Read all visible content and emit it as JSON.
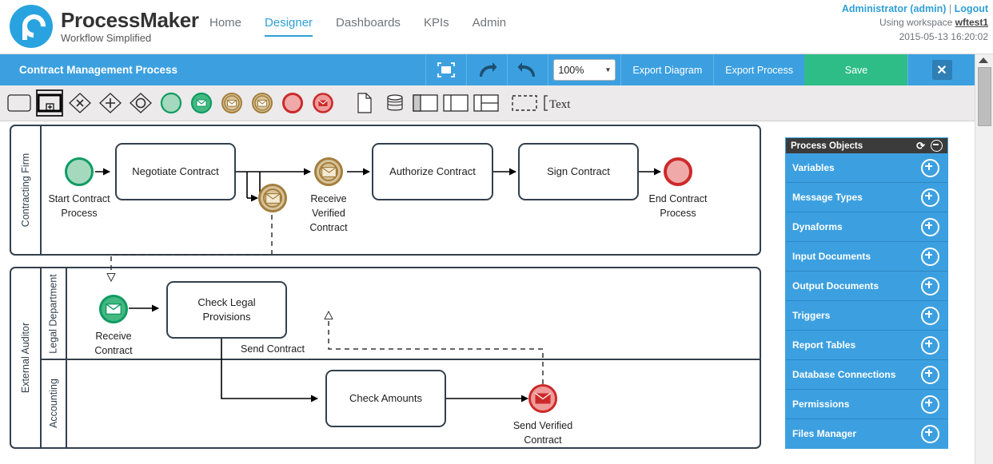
{
  "header": {
    "brand_title": "ProcessMaker",
    "brand_subtitle": "Workflow Simplified",
    "nav": [
      {
        "label": "Home",
        "active": false
      },
      {
        "label": "Designer",
        "active": true
      },
      {
        "label": "Dashboards",
        "active": false
      },
      {
        "label": "KPIs",
        "active": false
      },
      {
        "label": "Admin",
        "active": false
      }
    ],
    "user": "Administrator (admin)",
    "separator": "|",
    "logout": "Logout",
    "workspace_prefix": "Using workspace ",
    "workspace": "wftest1",
    "datetime": "2015-05-13 16:20:02"
  },
  "toolbar": {
    "process_title": "Contract Management Process",
    "fullscreen_icon": "fullscreen-icon",
    "redo_icon": "redo-arrow-icon",
    "undo_icon": "undo-arrow-icon",
    "zoom_value": "100%",
    "zoom_caret": "▼",
    "export_diagram": "Export Diagram",
    "export_process": "Export Process",
    "save": "Save",
    "close": "✕"
  },
  "palette": [
    {
      "name": "task-shape",
      "selected": false
    },
    {
      "name": "sub-process-shape",
      "selected": true
    },
    {
      "name": "exclusive-gateway-shape",
      "selected": false
    },
    {
      "name": "parallel-gateway-shape",
      "selected": false
    },
    {
      "name": "inclusive-gateway-shape",
      "selected": false
    },
    {
      "name": "start-event-shape",
      "selected": false
    },
    {
      "name": "start-message-event-shape",
      "selected": false
    },
    {
      "name": "intermediate-message-catch-event-shape",
      "selected": false
    },
    {
      "name": "intermediate-message-throw-event-shape",
      "selected": false
    },
    {
      "name": "end-event-shape",
      "selected": false
    },
    {
      "name": "end-message-event-shape",
      "selected": false
    },
    {
      "name": "data-object-shape",
      "selected": false
    },
    {
      "name": "data-store-shape",
      "selected": false
    },
    {
      "name": "pool-shape",
      "selected": false
    },
    {
      "name": "lane-shape",
      "selected": false
    },
    {
      "name": "horizontal-lane-shape",
      "selected": false
    },
    {
      "name": "group-shape",
      "selected": false
    },
    {
      "name": "text-annotation-shape",
      "selected": false
    }
  ],
  "diagram": {
    "pools": [
      {
        "name": "Contracting Firm"
      },
      {
        "name": "External Auditor"
      }
    ],
    "lanes": [
      {
        "name": "Legal Department"
      },
      {
        "name": "Accounting"
      }
    ],
    "tasks": [
      {
        "label": "Negotiate Contract"
      },
      {
        "label": "Authorize Contract"
      },
      {
        "label": "Sign Contract"
      },
      {
        "label": "Check Legal Provisions"
      },
      {
        "label": "Check Amounts"
      }
    ],
    "events": [
      {
        "label": "Start Contract Process",
        "type": "start"
      },
      {
        "label": "Send Contract",
        "type": "intermediate-throw"
      },
      {
        "label": "Receive Verified Contract",
        "type": "intermediate-catch"
      },
      {
        "label": "End Contract Process",
        "type": "end"
      },
      {
        "label": "Receive Contract",
        "type": "start-message"
      },
      {
        "label": "Send Verified Contract",
        "type": "end-message"
      }
    ],
    "labels": {
      "start_contract_l1": "Start Contract",
      "start_contract_l2": "Process",
      "send_contract": "Send Contract",
      "receive_verified_l1": "Receive",
      "receive_verified_l2": "Verified",
      "receive_verified_l3": "Contract",
      "end_contract_l1": "End Contract",
      "end_contract_l2": "Process",
      "receive_contract_l1": "Receive",
      "receive_contract_l2": "Contract",
      "send_verified_l1": "Send Verified",
      "send_verified_l2": "Contract",
      "negotiate": "Negotiate Contract",
      "authorize": "Authorize Contract",
      "sign": "Sign Contract",
      "check_legal_l1": "Check Legal",
      "check_legal_l2": "Provisions",
      "check_amounts": "Check Amounts"
    }
  },
  "process_objects": {
    "title": "Process Objects",
    "refresh_icon": "⟳",
    "collapse_icon": "minus-circle-icon",
    "items": [
      {
        "label": "Variables"
      },
      {
        "label": "Message Types"
      },
      {
        "label": "Dynaforms"
      },
      {
        "label": "Input Documents"
      },
      {
        "label": "Output Documents"
      },
      {
        "label": "Triggers"
      },
      {
        "label": "Report Tables"
      },
      {
        "label": "Database Connections"
      },
      {
        "label": "Permissions"
      },
      {
        "label": "Files Manager"
      }
    ]
  },
  "colors": {
    "brand_blue": "#3ca0e0",
    "save_green": "#2ebd87",
    "bpmn_stroke": "#33404d",
    "start_green": "#0f9b63",
    "end_red": "#cc2a2a",
    "intermediate_tan": "#a37e3c"
  }
}
